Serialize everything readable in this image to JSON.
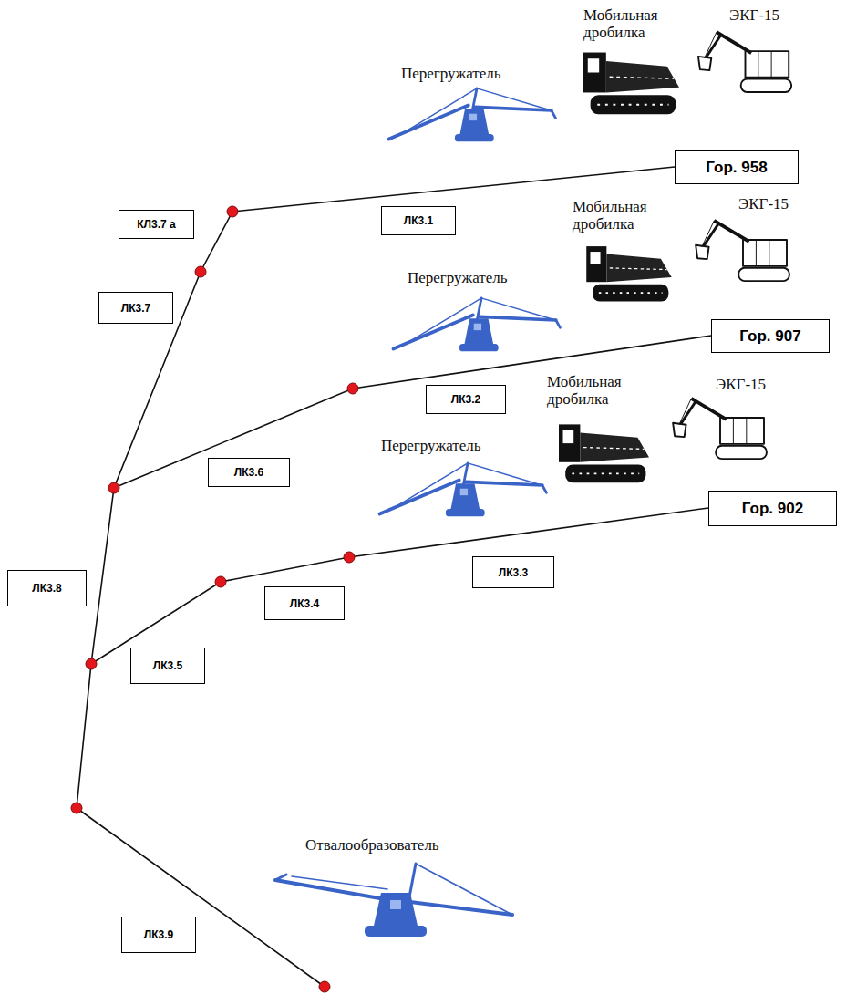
{
  "diagram": {
    "nodes": [
      {
        "text": [
          "Гор. 958"
        ]
      },
      {
        "text": [
          "КЛ3.7 а"
        ]
      },
      {
        "text": [
          "ЛК3.1"
        ]
      },
      {
        "text": [
          "ЛК3.7"
        ]
      },
      {
        "text": [
          "Гор. 907"
        ]
      },
      {
        "text": [
          "ЛК3.2"
        ]
      },
      {
        "text": [
          "ЛК3.6"
        ]
      },
      {
        "text": [
          "Гор. 902"
        ]
      },
      {
        "text": [
          "ЛК3.3"
        ]
      },
      {
        "text": [
          "ЛК3.8"
        ]
      },
      {
        "text": [
          "ЛК3.4"
        ]
      },
      {
        "text": [
          "ЛК3.5"
        ]
      },
      {
        "text": [
          "ЛК3.9"
        ]
      }
    ],
    "labels": [
      "Мобильная дробилка",
      "ЭКГ-15",
      "Перегружатель",
      "Мобильная дробилка",
      "ЭКГ-15",
      "Перегружатель",
      "Мобильная дробилка",
      "ЭКГ-15",
      "Перегружатель",
      "Отвалообразователь"
    ]
  }
}
